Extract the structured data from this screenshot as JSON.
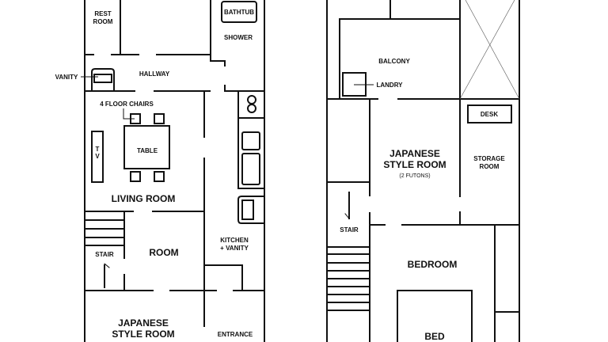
{
  "ground_floor": {
    "rest_room": [
      "REST",
      "ROOM"
    ],
    "bathtub": "BATHTUB",
    "shower": "SHOWER",
    "vanity": "VANITY",
    "hallway": "HALLWAY",
    "floor_chairs": "4 FLOOR CHAIRS",
    "table": "TABLE",
    "tv": [
      "T",
      "V"
    ],
    "living_room": "LIVING ROOM",
    "stair": "STAIR",
    "room": "ROOM",
    "kitchen": [
      "KITCHEN",
      "+ VANITY"
    ],
    "japanese_room": [
      "JAPANESE",
      "STYLE ROOM"
    ],
    "entrance": "ENTRANCE"
  },
  "upper_floor": {
    "balcony": "BALCONY",
    "laundry": "LANDRY",
    "desk": "DESK",
    "storage_room": [
      "STORAGE",
      "ROOM"
    ],
    "japanese_room": [
      "JAPANESE",
      "STYLE ROOM"
    ],
    "futons": "(2 FUTONS)",
    "stair": "STAIR",
    "bedroom": "BEDROOM",
    "bed": "BED"
  }
}
